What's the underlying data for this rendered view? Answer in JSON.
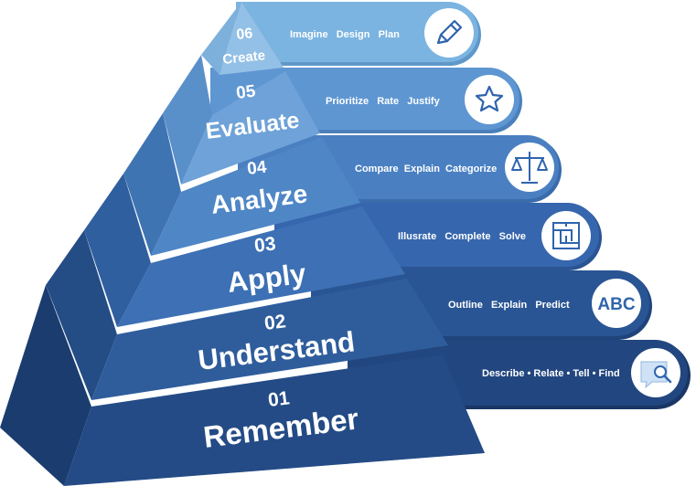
{
  "levels": [
    {
      "number": "06",
      "name": "Create",
      "verbs": "Imagine   Design   Plan",
      "icon": "pencil-icon"
    },
    {
      "number": "05",
      "name": "Evaluate",
      "verbs": "Prioritize   Rate   Justify",
      "icon": "star-icon"
    },
    {
      "number": "04",
      "name": "Analyze",
      "verbs": "Compare  Explain  Categorize",
      "icon": "scales-icon"
    },
    {
      "number": "03",
      "name": "Apply",
      "verbs": "Illusrate   Complete   Solve",
      "icon": "maze-icon"
    },
    {
      "number": "02",
      "name": "Understand",
      "verbs": "Outline   Explain   Predict",
      "icon": "abc-icon",
      "icon_text": "ABC"
    },
    {
      "number": "01",
      "name": "Remember",
      "verbs": "Describe • Relate • Tell • Find",
      "icon": "search-chat-icon"
    }
  ],
  "colors": {
    "create": {
      "front": "#93c0e6",
      "side": "#7eb0dc",
      "band": "#7bb4e0",
      "band_dark": "#5f98c8"
    },
    "evaluate": {
      "front": "#6ea2d8",
      "side": "#5a90c9",
      "band": "#5e96d2",
      "band_dark": "#4a7fbc"
    },
    "analyze": {
      "front": "#4f86c6",
      "side": "#3f74b3",
      "band": "#4a80c2",
      "band_dark": "#3a6bab"
    },
    "apply": {
      "front": "#3d70b4",
      "side": "#2f5f9e",
      "band": "#3666ad",
      "band_dark": "#2a5493"
    },
    "understand": {
      "front": "#2f5d9c",
      "side": "#244d86",
      "band": "#2a5594",
      "band_dark": "#1f447b"
    },
    "remember": {
      "front": "#244b86",
      "side": "#1b3c6e",
      "band": "#22467f",
      "band_dark": "#193665"
    },
    "icon_stroke": "#2f64ad"
  }
}
